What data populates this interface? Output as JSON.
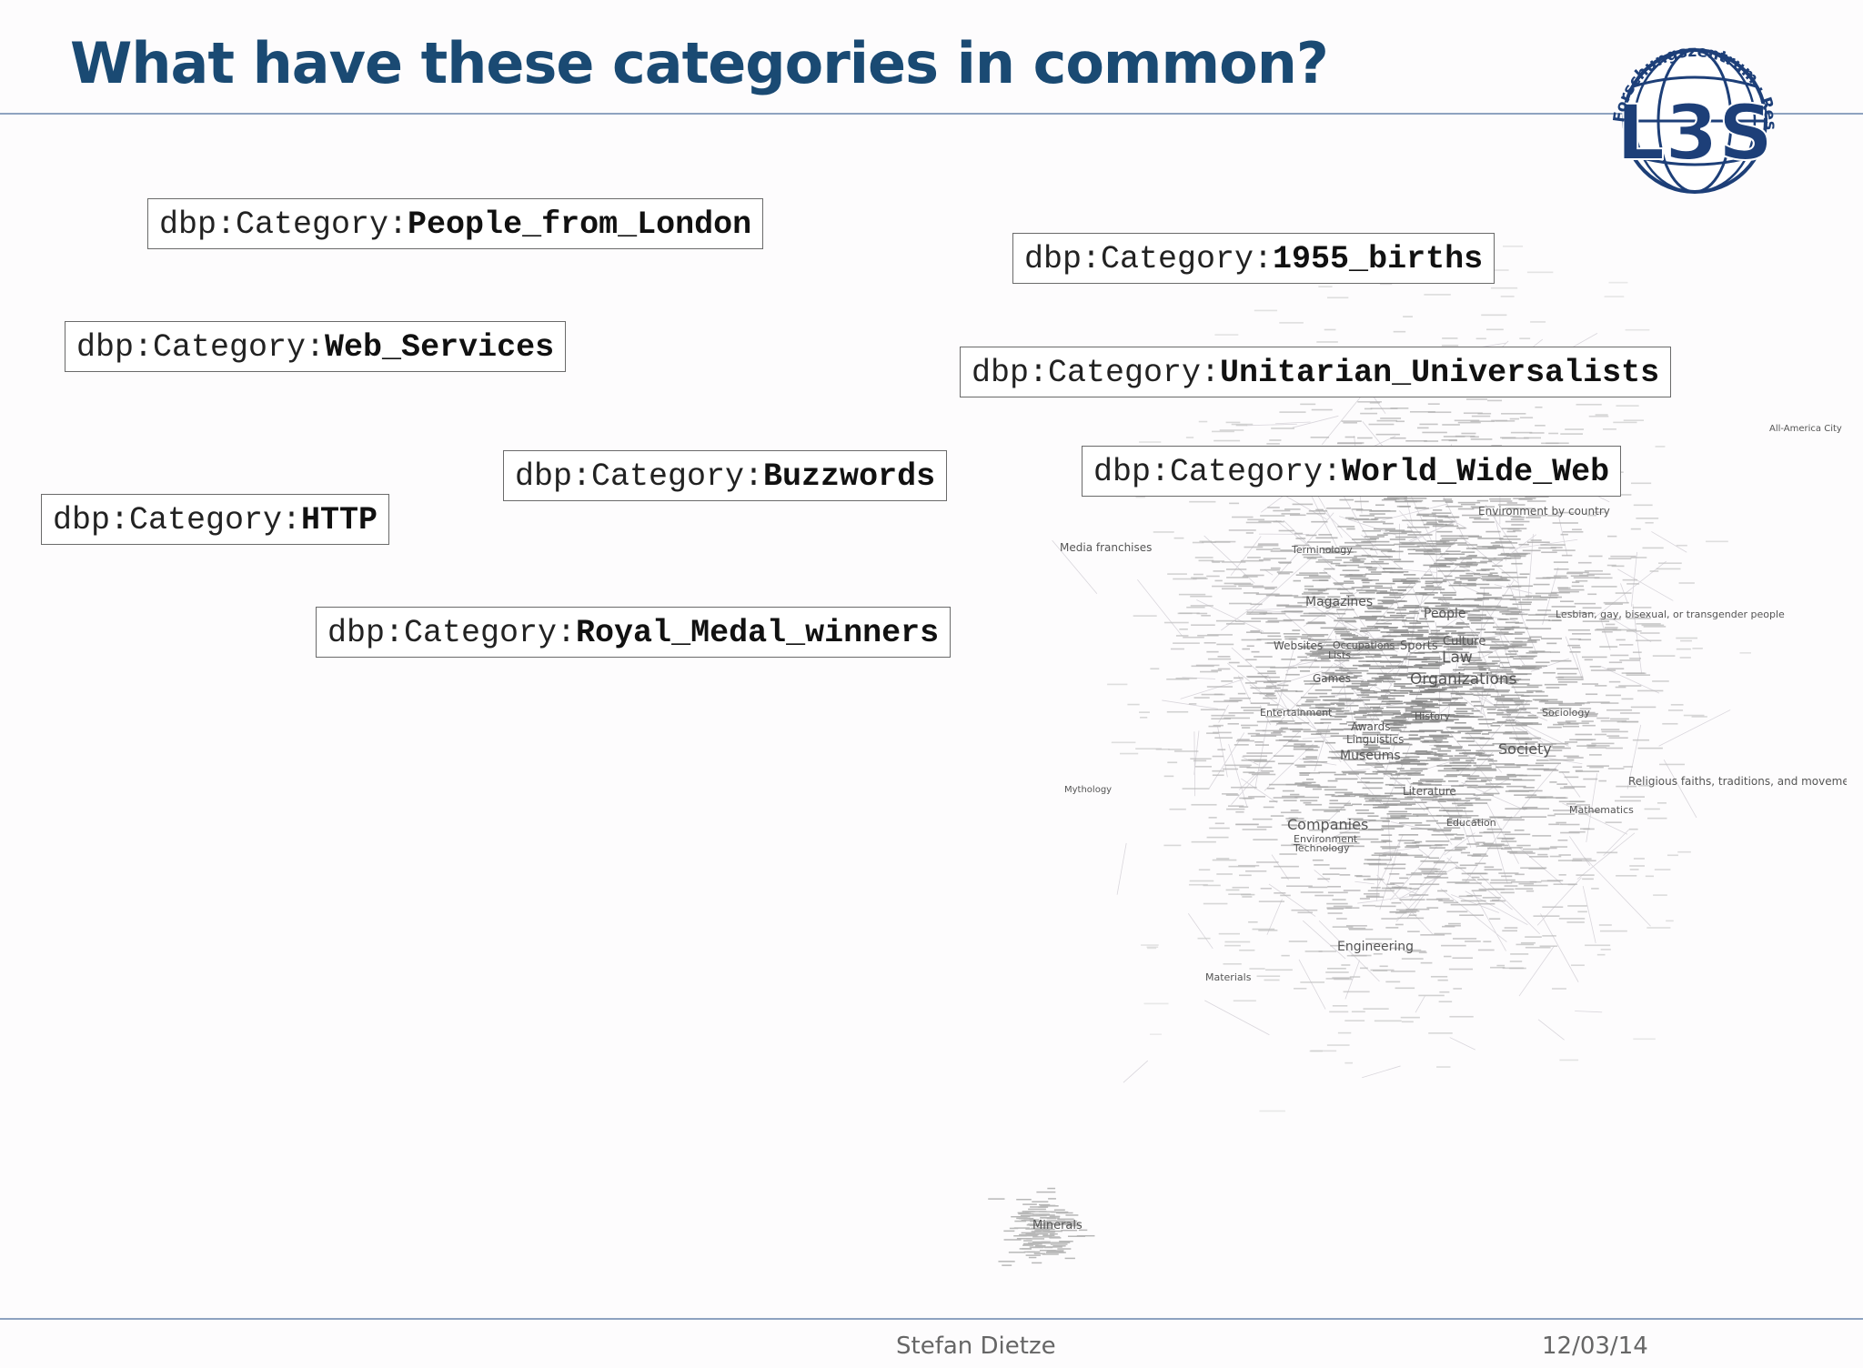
{
  "slide": {
    "title": "What have these categories in common?"
  },
  "logo": {
    "text": "L3S",
    "ring_text": "Forschungszentrum · Research Center",
    "colors": {
      "globe": "#1d3f78",
      "text": "#1d3f78"
    }
  },
  "categories": [
    {
      "prefix": "dbp:Category:",
      "name": "People_from_London"
    },
    {
      "prefix": "dbp:Category:",
      "name": "1955_births"
    },
    {
      "prefix": "dbp:Category:",
      "name": "Web_Services"
    },
    {
      "prefix": "dbp:Category:",
      "name": "Unitarian_Universalists"
    },
    {
      "prefix": "dbp:Category:",
      "name": "Buzzwords"
    },
    {
      "prefix": "dbp:Category:",
      "name": "World_Wide_Web"
    },
    {
      "prefix": "dbp:Category:",
      "name": "HTTP"
    },
    {
      "prefix": "dbp:Category:",
      "name": "Royal_Medal_winners"
    }
  ],
  "graph_labels": [
    "All-America City",
    "Environment by country",
    "Media franchises",
    "Terminology",
    "Magazines",
    "People",
    "Lesbian, gay, bisexual, or transgender people",
    "Websites",
    "Occupations",
    "Lists",
    "Sports",
    "Culture",
    "Law",
    "Games",
    "Organizations",
    "Entertainment",
    "History",
    "Sociology",
    "Awards",
    "Linguistics",
    "Society",
    "Museums",
    "Religious faiths, traditions, and movements",
    "Mythology",
    "Literature",
    "Mathematics",
    "Companies",
    "Environment",
    "Technology",
    "Education",
    "Engineering",
    "Materials",
    "Minerals"
  ],
  "footer": {
    "author": "Stefan Dietze",
    "date": "12/03/14"
  },
  "colors": {
    "title": "#1a4a73",
    "rule": "#8ea3c0",
    "background": "#fdfcfd"
  }
}
